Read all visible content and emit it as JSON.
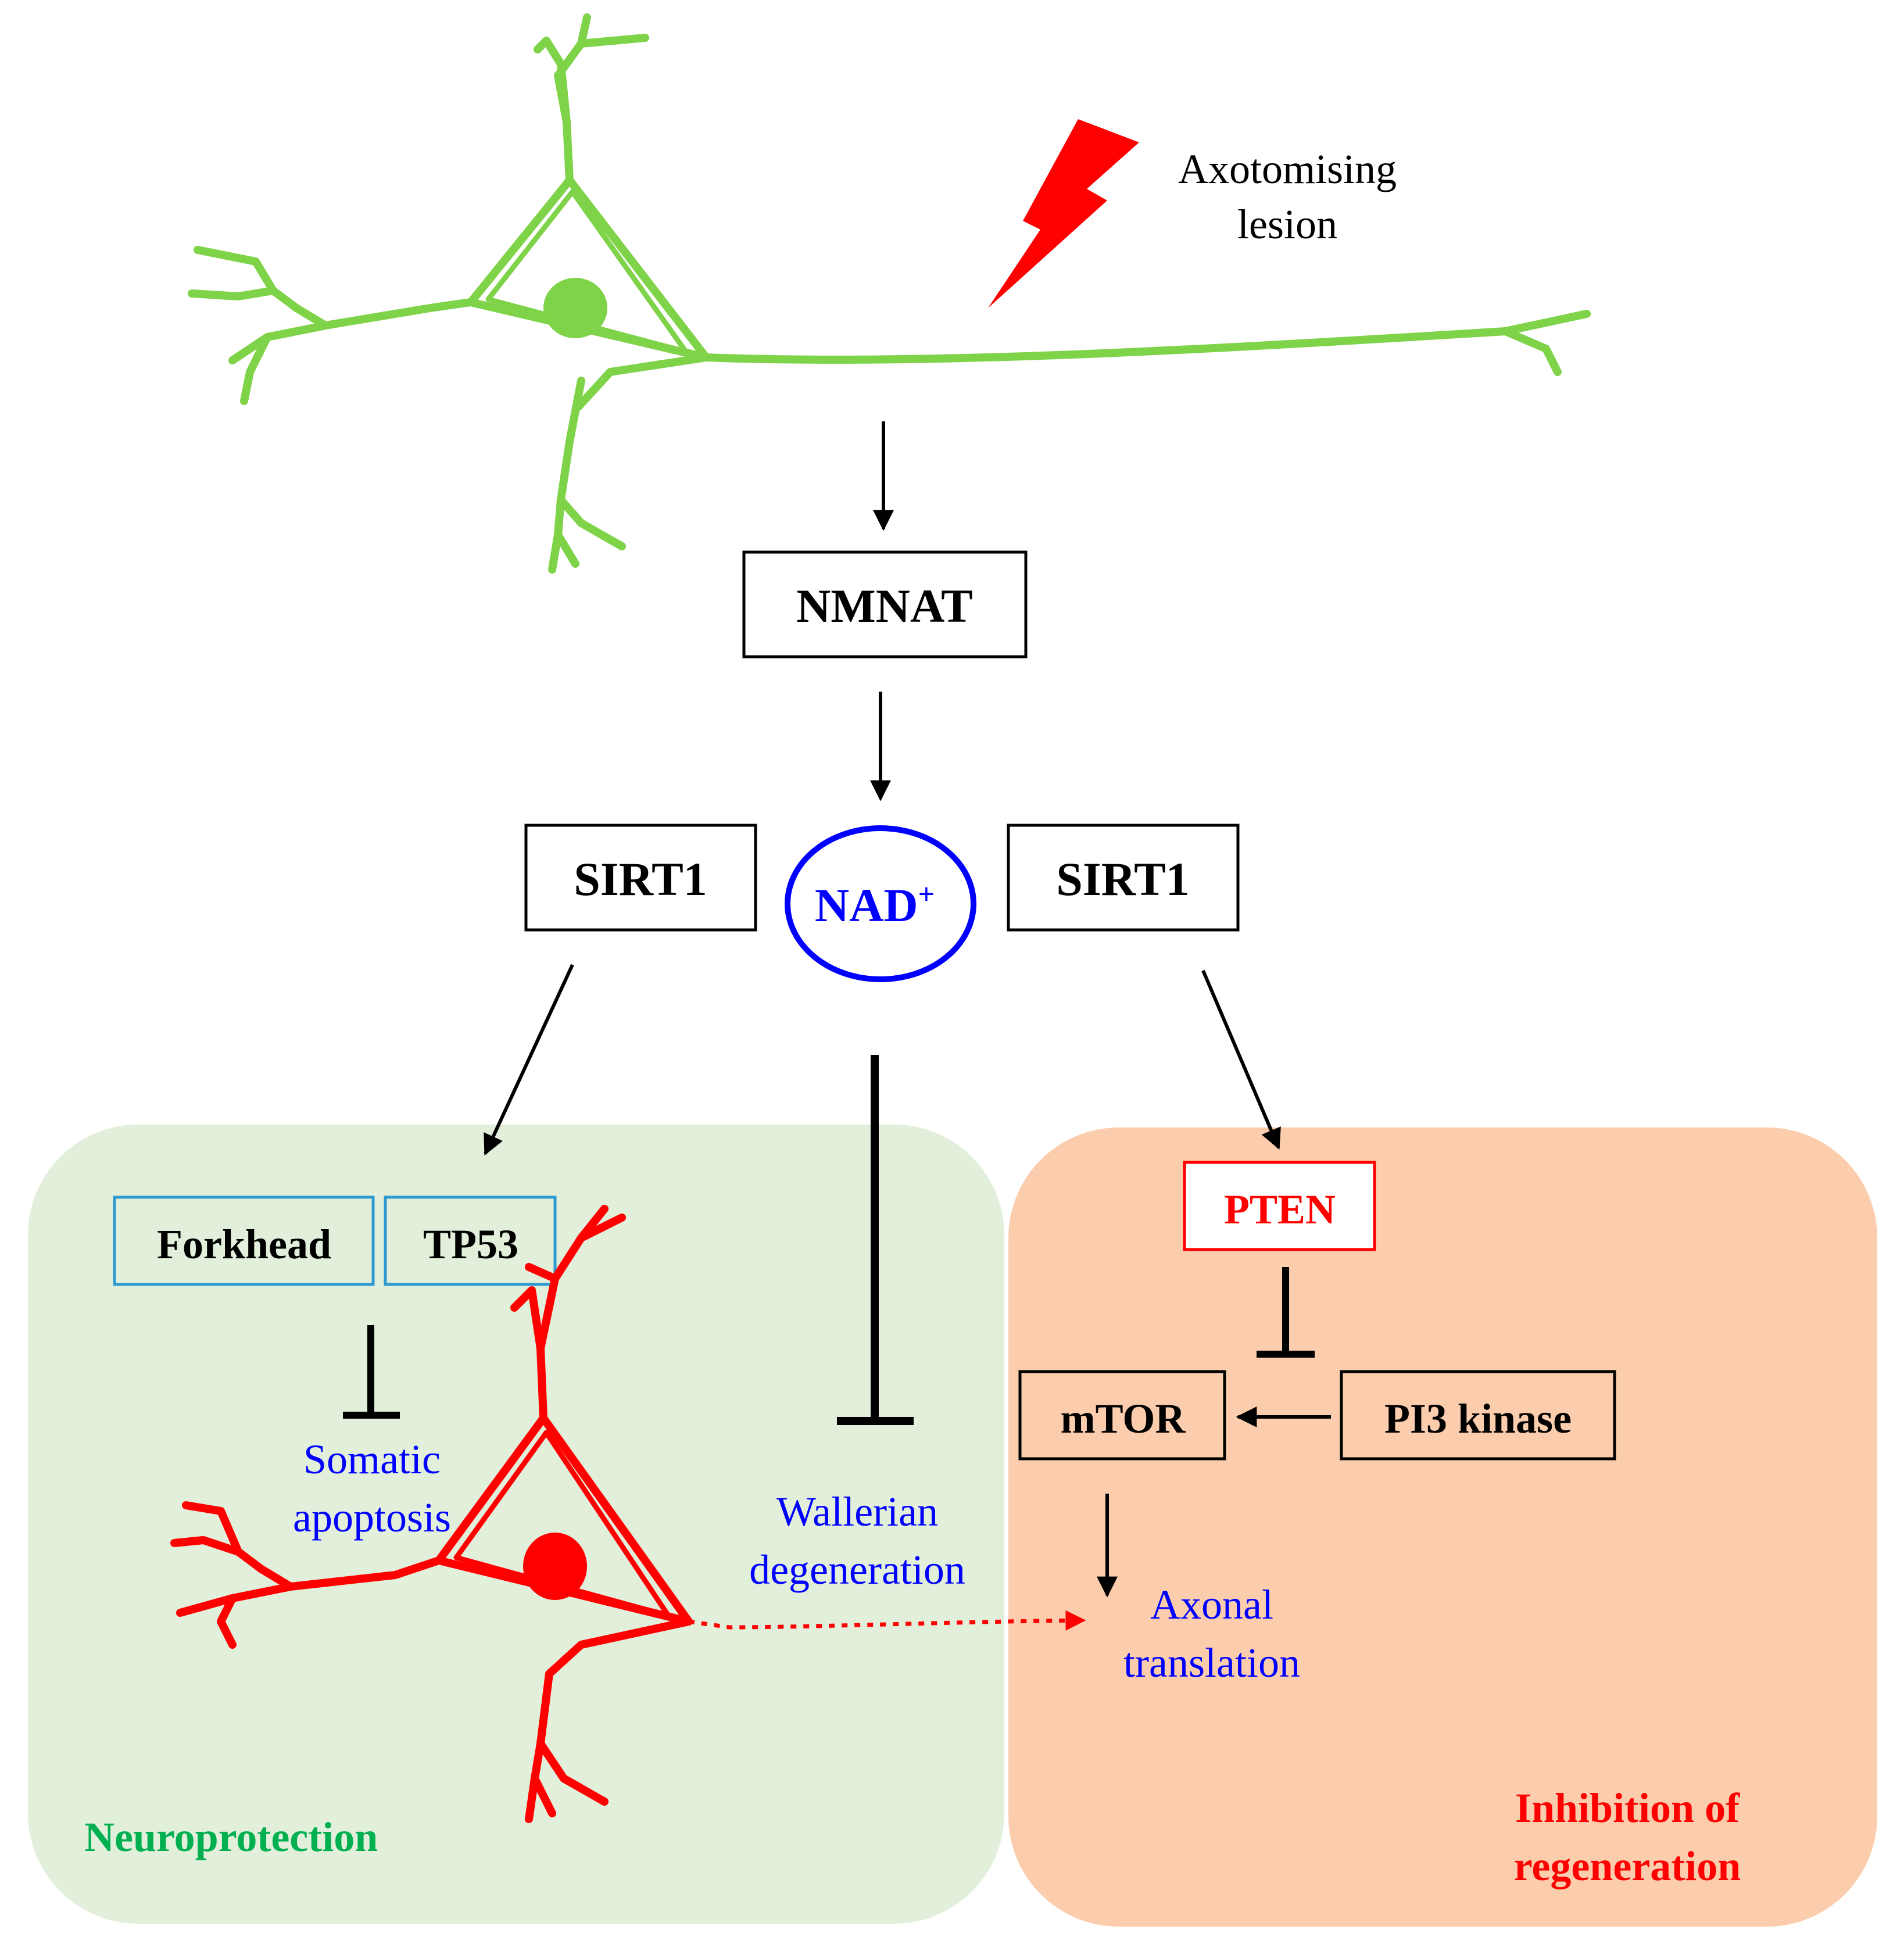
{
  "lesion": {
    "line1": "Axotomising",
    "line2": "lesion"
  },
  "nodes": {
    "nmnat": "NMNAT",
    "sirt1_left": "SIRT1",
    "sirt1_right": "SIRT1",
    "nad": "NAD",
    "nad_sup": "+",
    "forkhead": "Forkhead",
    "tp53": "TP53",
    "pten": "PTEN",
    "mtor": "mTOR",
    "pi3k": "PI3 kinase"
  },
  "outcomes": {
    "somatic_1": "Somatic",
    "somatic_2": "apoptosis",
    "wallerian_1": "Wallerian",
    "wallerian_2": "degeneration",
    "axonal_1": "Axonal",
    "axonal_2": "translation"
  },
  "regions": {
    "neuroprotection": "Neuroprotection",
    "inhibition_1": "Inhibition of",
    "inhibition_2": "regeneration"
  },
  "colors": {
    "neuron_top": "#7ed348",
    "neuron_bottom": "#ff0000",
    "lightning": "#ff0000",
    "neuroprotection_bg": "#e2efda",
    "inhibition_bg": "#fbcdad",
    "nad_ring": "#0000ff",
    "outcome_text": "#0000ff",
    "neuroprotection_text": "#00b050",
    "inhibition_text": "#ff0000",
    "forkhead_border": "#2e9ad0",
    "pten_border": "#ff0000"
  }
}
